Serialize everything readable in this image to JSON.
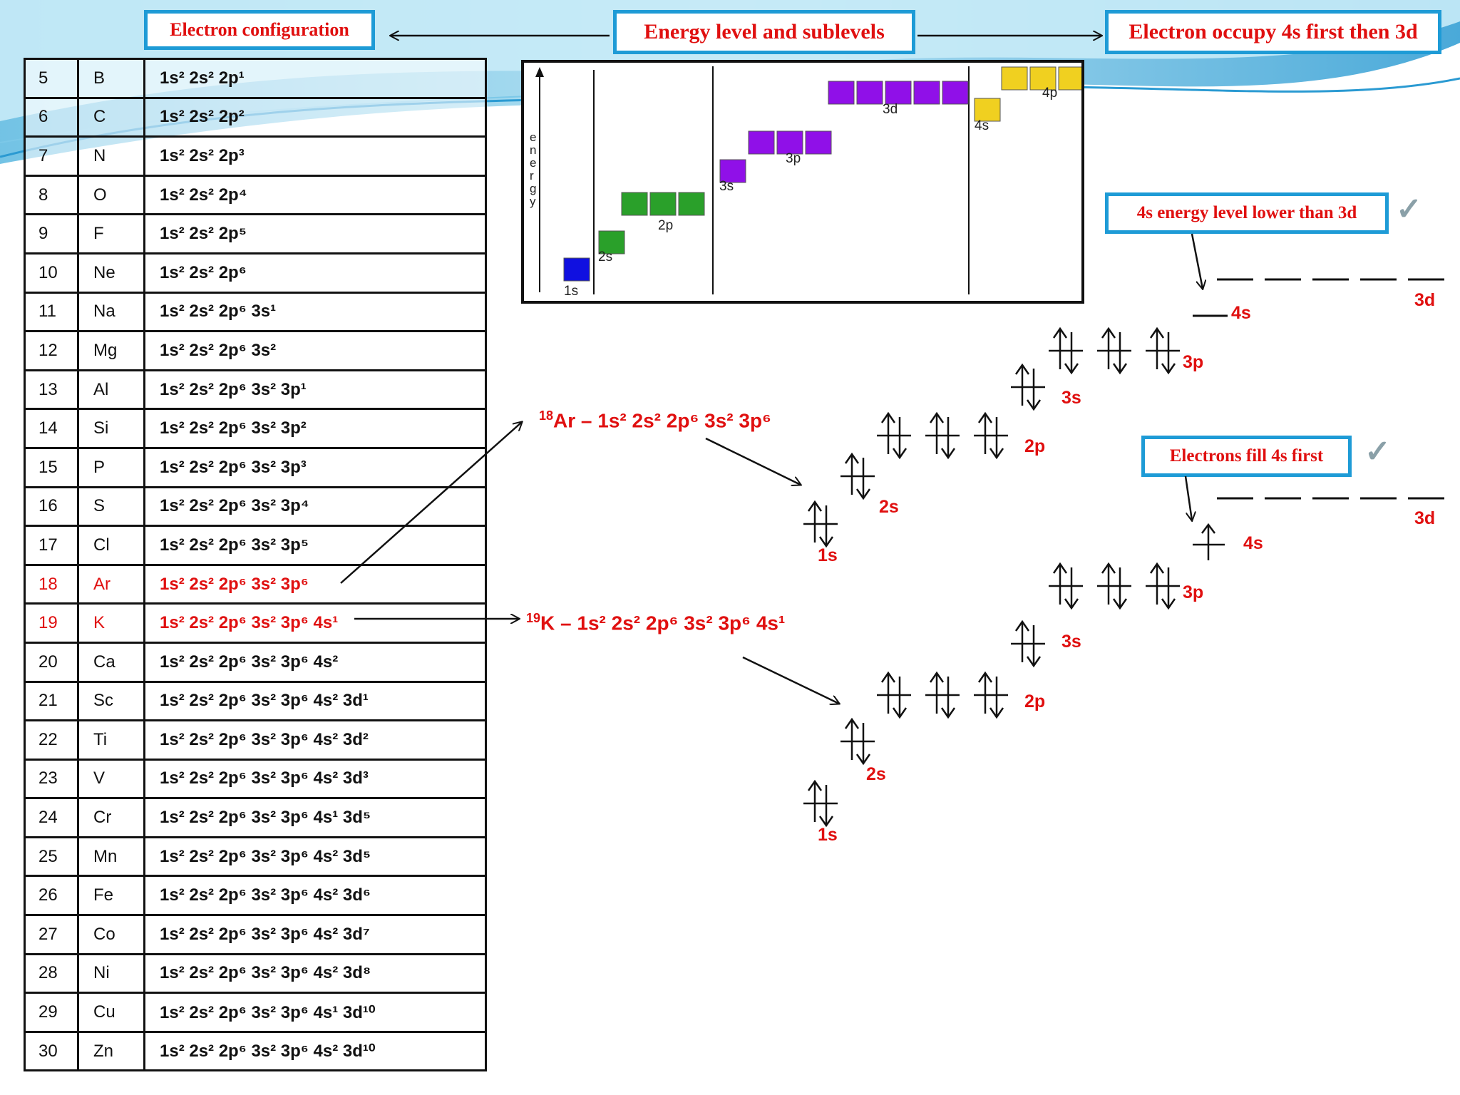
{
  "callouts": {
    "electron_configuration": "Electron configuration",
    "energy_levels": "Energy level and sublevels",
    "occupy_4s_first": "Electron occupy 4s first then 3d",
    "four_s_lower": "4s energy level lower than 3d",
    "fill_4s_first": "Electrons fill 4s first"
  },
  "rows": [
    {
      "n": "5",
      "sym": "B",
      "cfg": "1s² 2s² 2p¹",
      "highlight": false
    },
    {
      "n": "6",
      "sym": "C",
      "cfg": "1s² 2s² 2p²",
      "highlight": false
    },
    {
      "n": "7",
      "sym": "N",
      "cfg": "1s² 2s² 2p³",
      "highlight": false
    },
    {
      "n": "8",
      "sym": "O",
      "cfg": "1s² 2s² 2p⁴",
      "highlight": false
    },
    {
      "n": "9",
      "sym": "F",
      "cfg": "1s² 2s² 2p⁵",
      "highlight": false
    },
    {
      "n": "10",
      "sym": "Ne",
      "cfg": "1s² 2s² 2p⁶",
      "highlight": false
    },
    {
      "n": "11",
      "sym": "Na",
      "cfg": "1s² 2s² 2p⁶ 3s¹",
      "highlight": false
    },
    {
      "n": "12",
      "sym": "Mg",
      "cfg": "1s² 2s² 2p⁶ 3s²",
      "highlight": false
    },
    {
      "n": "13",
      "sym": "Al",
      "cfg": "1s² 2s² 2p⁶ 3s² 3p¹",
      "highlight": false
    },
    {
      "n": "14",
      "sym": "Si",
      "cfg": "1s² 2s² 2p⁶ 3s² 3p²",
      "highlight": false
    },
    {
      "n": "15",
      "sym": "P",
      "cfg": "1s² 2s² 2p⁶ 3s² 3p³",
      "highlight": false
    },
    {
      "n": "16",
      "sym": "S",
      "cfg": "1s² 2s² 2p⁶ 3s² 3p⁴",
      "highlight": false
    },
    {
      "n": "17",
      "sym": "Cl",
      "cfg": "1s² 2s² 2p⁶ 3s² 3p⁵",
      "highlight": false
    },
    {
      "n": "18",
      "sym": "Ar",
      "cfg": "1s² 2s² 2p⁶ 3s² 3p⁶",
      "highlight": true
    },
    {
      "n": "19",
      "sym": "K",
      "cfg": "1s² 2s² 2p⁶ 3s² 3p⁶ 4s¹",
      "highlight": true
    },
    {
      "n": "20",
      "sym": "Ca",
      "cfg": "1s² 2s² 2p⁶ 3s² 3p⁶ 4s²",
      "highlight": false
    },
    {
      "n": "21",
      "sym": "Sc",
      "cfg": "1s² 2s² 2p⁶ 3s² 3p⁶ 4s² 3d¹",
      "highlight": false
    },
    {
      "n": "22",
      "sym": "Ti",
      "cfg": "1s² 2s² 2p⁶ 3s² 3p⁶ 4s² 3d²",
      "highlight": false
    },
    {
      "n": "23",
      "sym": "V",
      "cfg": "1s² 2s² 2p⁶ 3s² 3p⁶ 4s² 3d³",
      "highlight": false
    },
    {
      "n": "24",
      "sym": "Cr",
      "cfg": "1s² 2s² 2p⁶ 3s² 3p⁶ 4s¹ 3d⁵",
      "highlight": false
    },
    {
      "n": "25",
      "sym": "Mn",
      "cfg": "1s² 2s² 2p⁶ 3s² 3p⁶ 4s² 3d⁵",
      "highlight": false
    },
    {
      "n": "26",
      "sym": "Fe",
      "cfg": "1s² 2s² 2p⁶ 3s² 3p⁶ 4s² 3d⁶",
      "highlight": false
    },
    {
      "n": "27",
      "sym": "Co",
      "cfg": "1s² 2s² 2p⁶ 3s² 3p⁶ 4s² 3d⁷",
      "highlight": false
    },
    {
      "n": "28",
      "sym": "Ni",
      "cfg": "1s² 2s² 2p⁶ 3s² 3p⁶ 4s² 3d⁸",
      "highlight": false
    },
    {
      "n": "29",
      "sym": "Cu",
      "cfg": "1s² 2s² 2p⁶ 3s² 3p⁶ 4s¹ 3d¹⁰",
      "highlight": false
    },
    {
      "n": "30",
      "sym": "Zn",
      "cfg": "1s² 2s² 2p⁶ 3s² 3p⁶ 4s² 3d¹⁰",
      "highlight": false
    }
  ],
  "energy_chart": {
    "axis_label": "energy",
    "sublevels": [
      {
        "label": "1s",
        "color": "#1010e0"
      },
      {
        "label": "2s",
        "color": "#2aa02a"
      },
      {
        "label": "2p",
        "color": "#2aa02a"
      },
      {
        "label": "3s",
        "color": "#9010e8"
      },
      {
        "label": "3p",
        "color": "#9010e8"
      },
      {
        "label": "3d",
        "color": "#9010e8"
      },
      {
        "label": "4s",
        "color": "#f0d020"
      },
      {
        "label": "4p",
        "color": "#f0d020"
      }
    ]
  },
  "formulas": {
    "ar_super": "18",
    "ar_text": "Ar – 1s² 2s² 2p⁶ 3s² 3p⁶",
    "k_super": "19",
    "k_text": "K – 1s² 2s² 2p⁶ 3s² 3p⁶ 4s¹"
  },
  "orbital_labels": {
    "s1": "1s",
    "s2": "2s",
    "p2": "2p",
    "s3": "3s",
    "p3": "3p",
    "s4": "4s",
    "d3": "3d"
  },
  "colors": {
    "accent_red": "#e01010",
    "callout_border": "#1e9bd6",
    "check": "#8aa0a8"
  }
}
